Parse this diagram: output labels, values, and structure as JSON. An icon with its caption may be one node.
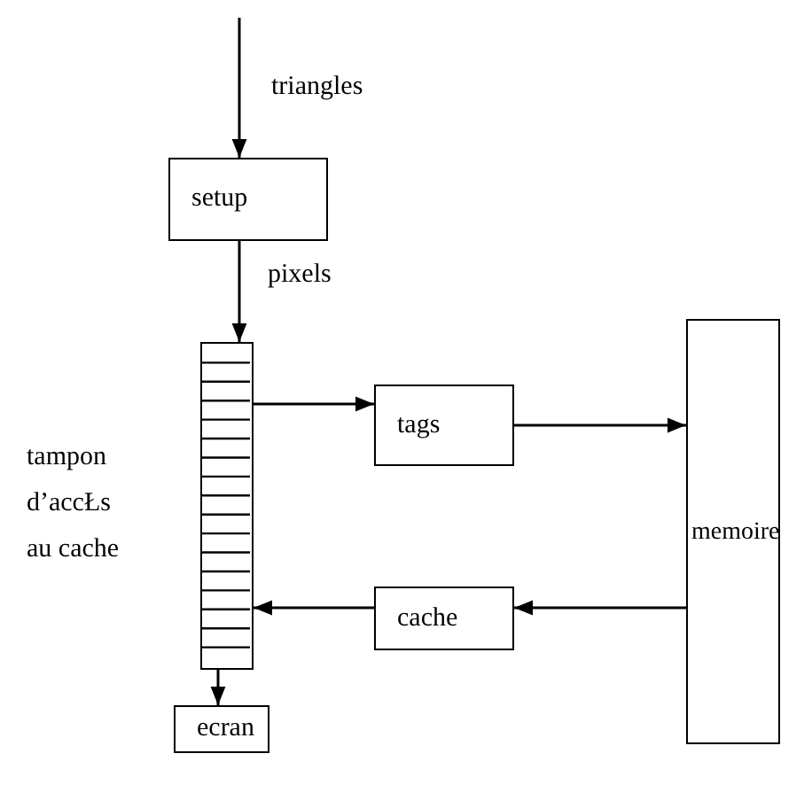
{
  "diagram": {
    "nodes": [
      {
        "text": [
          "setup"
        ]
      },
      {
        "text": [],
        "shape": "bar",
        "beside": [
          "tampon d’accŁs au cache"
        ]
      },
      {
        "text": [
          "tags"
        ]
      },
      {
        "text": [
          "memoire"
        ]
      },
      {
        "text": [
          "cache"
        ]
      },
      {
        "text": [
          "ecran"
        ]
      }
    ],
    "edges": [
      {
        "from": null,
        "to": 0,
        "arrow": "to",
        "label": "triangles"
      },
      {
        "from": 0,
        "to": 1,
        "arrow": "to",
        "label": "pixels"
      },
      {
        "from": 1,
        "to": 2,
        "arrow": "to"
      },
      {
        "from": 2,
        "to": 3,
        "arrow": "to"
      },
      {
        "from": 3,
        "to": 4,
        "arrow": "to"
      },
      {
        "from": 4,
        "to": 1,
        "arrow": "to"
      },
      {
        "from": 1,
        "to": 5,
        "arrow": "to"
      }
    ]
  }
}
